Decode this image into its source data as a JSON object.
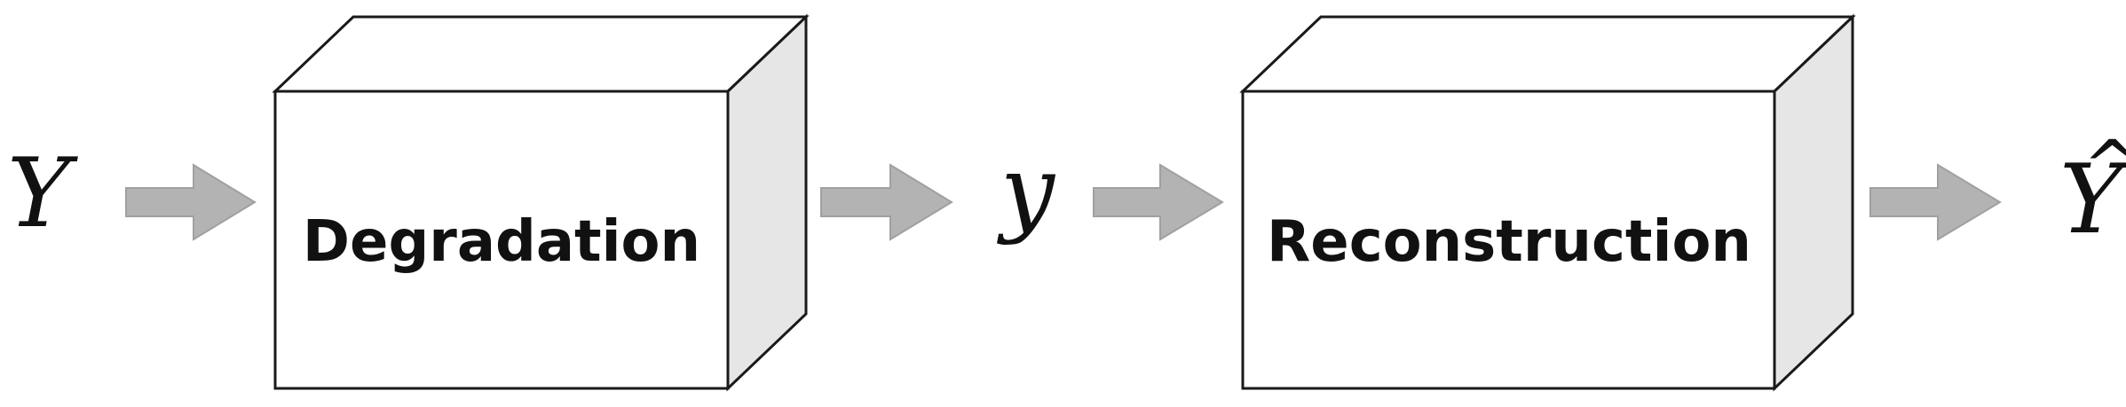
{
  "diagram": {
    "input_label": "Y",
    "intermediate_label": "y",
    "output_label": "Y",
    "output_accent": "^",
    "degradation_label": "Degradation",
    "reconstruction_label": "Reconstruction"
  },
  "colors": {
    "arrow": "#b3b3b3",
    "box_side": "#e6e6e6",
    "box_front": "#ffffff",
    "outline": "#1a1a1a",
    "text": "#111111"
  }
}
